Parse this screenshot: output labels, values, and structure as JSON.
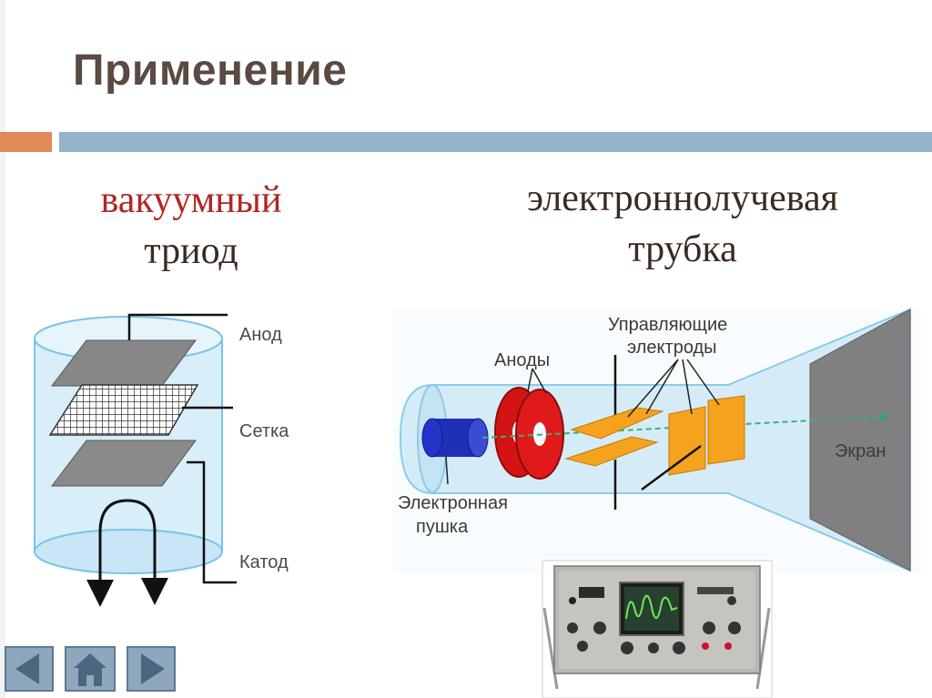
{
  "slide": {
    "title": "Применение",
    "left_caption": {
      "line1": "вакуумный",
      "line2": "триод"
    },
    "right_caption": {
      "line1": "электроннолучевая",
      "line2": "трубка"
    }
  },
  "triode": {
    "labels": {
      "anode": "Анод",
      "grid": "Сетка",
      "cathode": "Катод"
    }
  },
  "crt": {
    "labels": {
      "anodes": "Аноды",
      "control_line1": "Управляющие",
      "control_line2": "электроды",
      "screen": "Экран",
      "gun_line1": "Электронная",
      "gun_line2": "пушка"
    }
  },
  "nav": {
    "buttons": [
      "back",
      "home",
      "forward"
    ]
  },
  "colors": {
    "title": "#5a4a42",
    "caption_red": "#b32525",
    "rule_orange": "#e08a5a",
    "rule_blue": "#95b4cc"
  }
}
